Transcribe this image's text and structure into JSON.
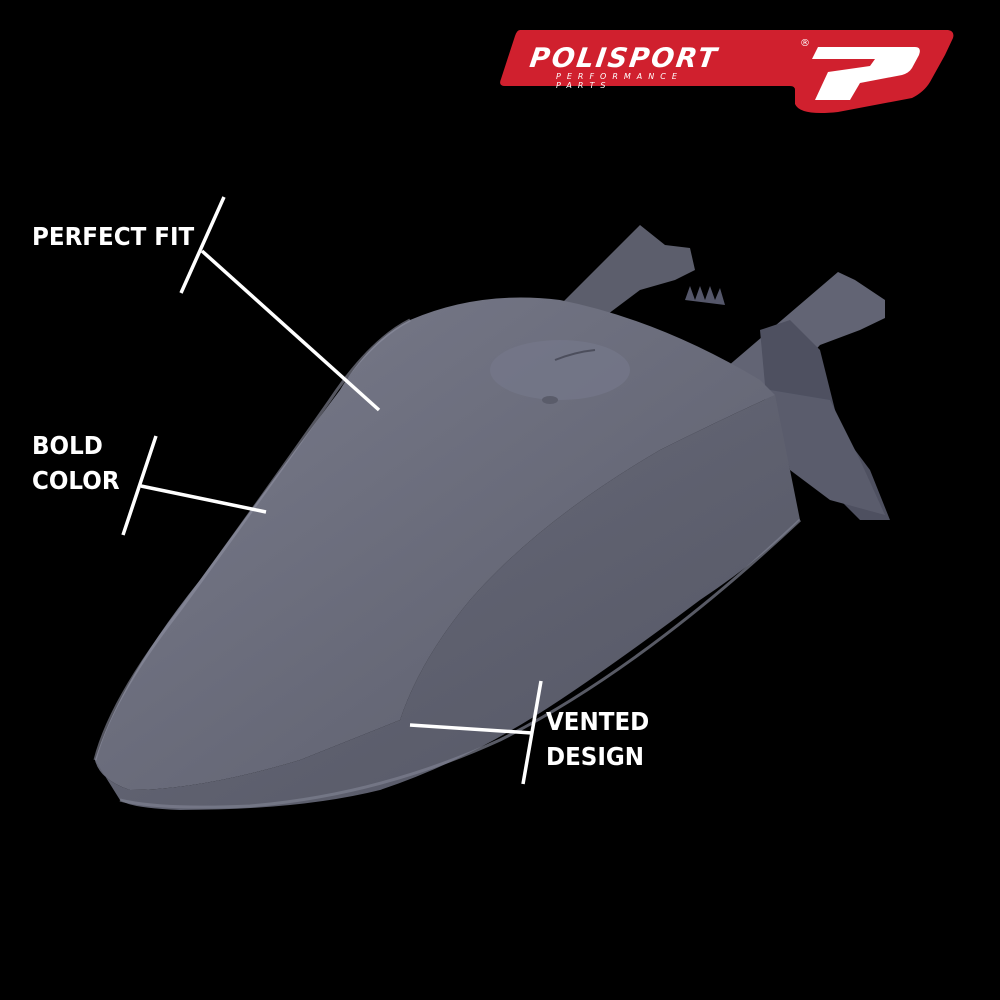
{
  "brand": {
    "name": "POLISPORT",
    "registered_mark": "®",
    "tagline": "PERFORMANCE PARTS",
    "colors": {
      "badge": "#d0202e",
      "text": "#ffffff"
    }
  },
  "product": {
    "name": "rear-fender",
    "color": "#6b6d7d",
    "background": "#000000"
  },
  "callouts": [
    {
      "id": "perfect-fit",
      "lines": [
        "PERFECT FIT"
      ]
    },
    {
      "id": "bold-color",
      "lines": [
        "BOLD",
        "COLOR"
      ]
    },
    {
      "id": "vented-design",
      "lines": [
        "VENTED",
        "DESIGN"
      ]
    }
  ]
}
